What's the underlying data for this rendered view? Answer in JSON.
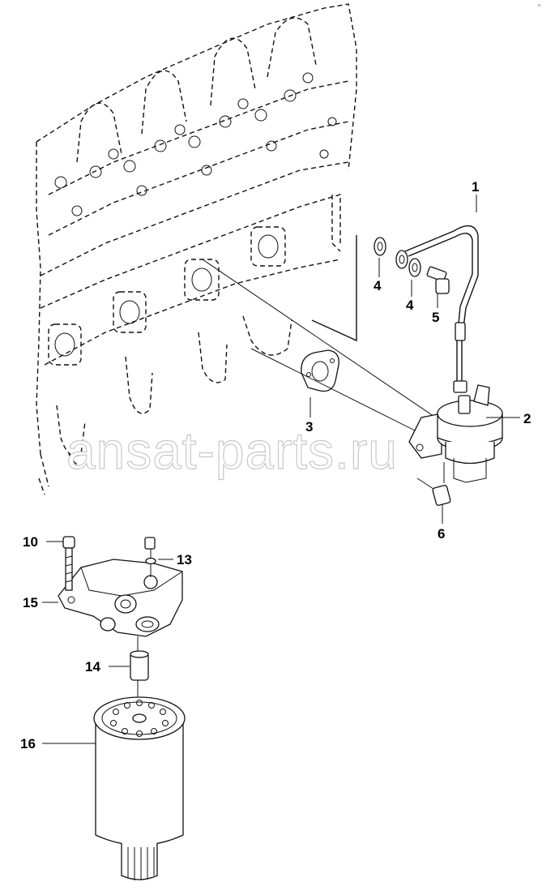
{
  "corner_mark": "ᵒ",
  "watermark": "ansat-parts.ru",
  "callouts": [
    {
      "id": "c1",
      "label": "1"
    },
    {
      "id": "c2",
      "label": "2"
    },
    {
      "id": "c3",
      "label": "3"
    },
    {
      "id": "c4a",
      "label": "4"
    },
    {
      "id": "c4b",
      "label": "4"
    },
    {
      "id": "c5",
      "label": "5"
    },
    {
      "id": "c6",
      "label": "6"
    },
    {
      "id": "c10",
      "label": "10"
    },
    {
      "id": "c13",
      "label": "13"
    },
    {
      "id": "c14",
      "label": "14"
    },
    {
      "id": "c15",
      "label": "15"
    },
    {
      "id": "c16",
      "label": "16"
    }
  ]
}
